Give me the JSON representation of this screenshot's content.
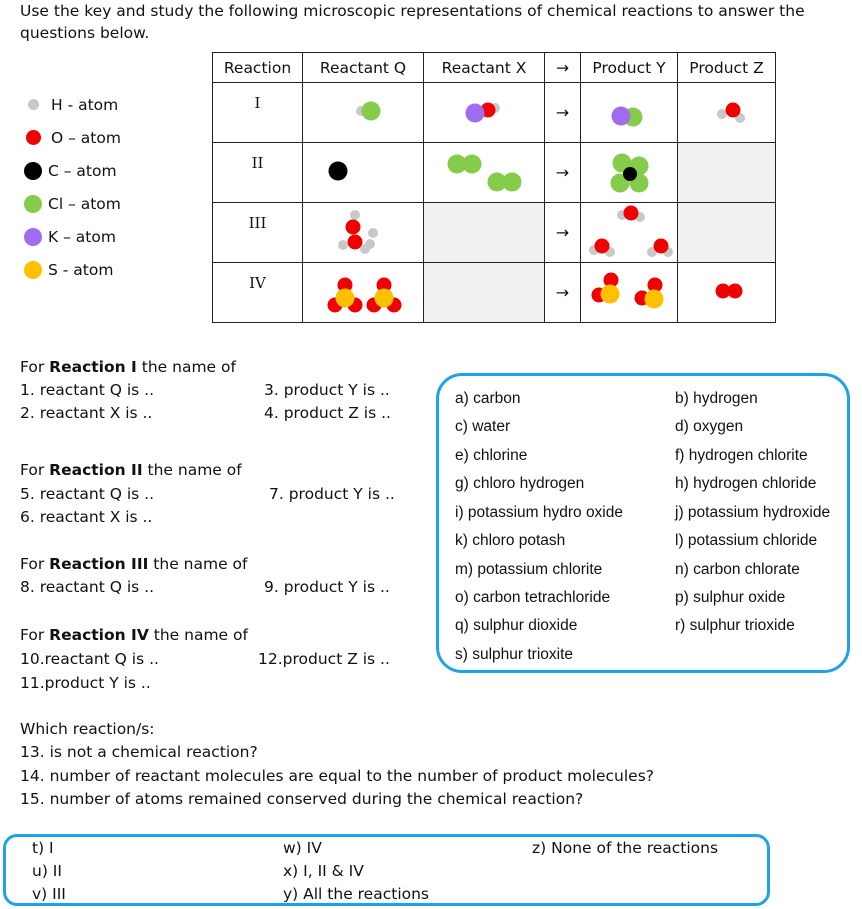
{
  "intro": "Use the key and study the following microscopic representations of chemical reactions to answer the questions below.",
  "key": [
    {
      "label": "H - atom",
      "color": "#c8c8c8",
      "size": 11
    },
    {
      "label": "O – atom",
      "color": "#f00000",
      "size": 15
    },
    {
      "label": "C – atom",
      "color": "#000000",
      "size": 18
    },
    {
      "label": "Cl – atom",
      "color": "#84cc4a",
      "size": 18
    },
    {
      "label": "K – atom",
      "color": "#a06cf0",
      "size": 18
    },
    {
      "label": "S - atom",
      "color": "#ffc000",
      "size": 18
    }
  ],
  "table": {
    "headers": [
      "Reaction",
      "Reactant Q",
      "Reactant X",
      "→",
      "Product Y",
      "Product Z"
    ],
    "rows": [
      "I",
      "II",
      "III",
      "IV"
    ],
    "arrow": "→"
  },
  "questions": {
    "r1_heading_pre": "For ",
    "r1_heading_bold": "Reaction I",
    "r1_heading_post": " the name of",
    "q1": "1.  reactant Q is ..",
    "q2": "2.  reactant X is ..",
    "q3": "3.  product Y is ..",
    "q4": "4.  product Z is ..",
    "r2_heading_pre": "For ",
    "r2_heading_bold": "Reaction II",
    "r2_heading_post": " the name of",
    "q5": "5.  reactant Q is ..",
    "q6": "6.  reactant X is ..",
    "q7": "7.  product Y is ..",
    "r3_heading_pre": "For ",
    "r3_heading_bold": "Reaction III",
    "r3_heading_post": " the name of",
    "q8": "8.  reactant Q is ..",
    "q9": "9.  product Y is ..",
    "r4_heading_pre": "For ",
    "r4_heading_bold": "Reaction IV",
    "r4_heading_post": " the name of",
    "q10": "10.reactant Q is ..",
    "q11": "11.product Y is ..",
    "q12": "12.product Z is ..",
    "which": "Which reaction/s:",
    "q13": "13. is not a chemical reaction?",
    "q14": "14. number of reactant molecules are equal to the number of product molecules?",
    "q15": "15. number of atoms remained conserved during the chemical reaction?"
  },
  "options": [
    "a)   carbon",
    "b)  hydrogen",
    "c)   water",
    "d)  oxygen",
    "e)   chlorine",
    "f)  hydrogen chlorite",
    "g)   chloro hydrogen",
    "h)  hydrogen chloride",
    "i)    potassium hydro oxide",
    "j)  potassium hydroxide",
    "k)   chloro potash",
    "l)   potassium chloride",
    "m) potassium chlorite",
    "n)   carbon chlorate",
    "o)  carbon tetrachloride",
    "p)  sulphur oxide",
    "q)  sulphur dioxide",
    "r)  sulphur trioxide",
    "s)   sulphur trioxite"
  ],
  "answers": [
    "t)   I",
    "u)   II",
    "v)   III",
    "w)  IV",
    "x)  I, II & IV",
    "y)   All the reactions",
    "z)   None of the  reactions"
  ]
}
